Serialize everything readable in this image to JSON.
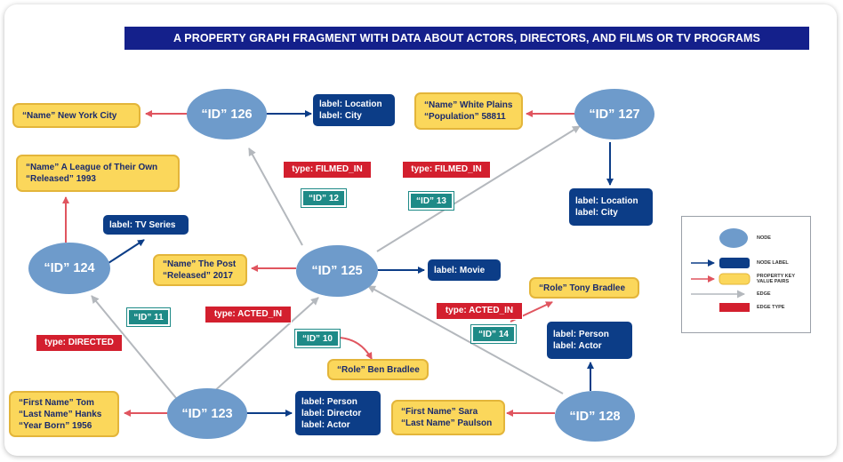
{
  "title": "A PROPERTY GRAPH FRAGMENT WITH DATA ABOUT ACTORS, DIRECTORS, AND FILMS OR TV PROGRAMS",
  "nodes": {
    "n126": "“ID” 126",
    "n127": "“ID” 127",
    "n124": "“ID” 124",
    "n125": "“ID” 125",
    "n123": "“ID” 123",
    "n128": "“ID” 128"
  },
  "node_labels": {
    "l126": [
      "label: Location",
      "label: City"
    ],
    "l127": [
      "label: Location",
      "label: City"
    ],
    "l124": [
      "label: TV Series"
    ],
    "l125": [
      "label: Movie"
    ],
    "l123": [
      "label: Person",
      "label: Director",
      "label: Actor"
    ],
    "l128": [
      "label: Person",
      "label: Actor"
    ]
  },
  "properties": {
    "p126": [
      "“Name” New York City"
    ],
    "p127": [
      "“Name” White Plains",
      "“Population” 58811"
    ],
    "p124": [
      "“Name” A League of Their Own",
      "“Released” 1993"
    ],
    "p125": [
      "“Name” The Post",
      "“Released” 2017"
    ],
    "p123": [
      "“First Name” Tom",
      "“Last Name” Hanks",
      "“Year Born” 1956"
    ],
    "p128": [
      "“First Name” Sara",
      "“Last Name” Paulson"
    ],
    "e10": [
      "“Role” Ben Bradlee"
    ],
    "e14": [
      "“Role” Tony Bradlee"
    ]
  },
  "edge_types": {
    "t12": "type: FILMED_IN",
    "t13": "type: FILMED_IN",
    "t11": "type: DIRECTED",
    "t10": "type: ACTED_IN",
    "t14": "type: ACTED_IN"
  },
  "edge_ids": {
    "e12": "“ID” 12",
    "e13": "“ID” 13",
    "e11": "“ID” 11",
    "e10": "“ID” 10",
    "e14": "“ID” 14"
  },
  "legend": {
    "node": "NODE",
    "node_label": "NODE LABEL",
    "property_line1": "PROPERTY KEY",
    "property_line2": "VALUE PAIRS",
    "edge": "EDGE",
    "edge_type": "EDGE TYPE"
  },
  "colors": {
    "node": "#6e9bcb",
    "label": "#0c3d87",
    "property": "#fbd75b",
    "edge_type": "#d31f2e",
    "edge_id": "#1e8a87",
    "title_bar": "#14208b"
  }
}
